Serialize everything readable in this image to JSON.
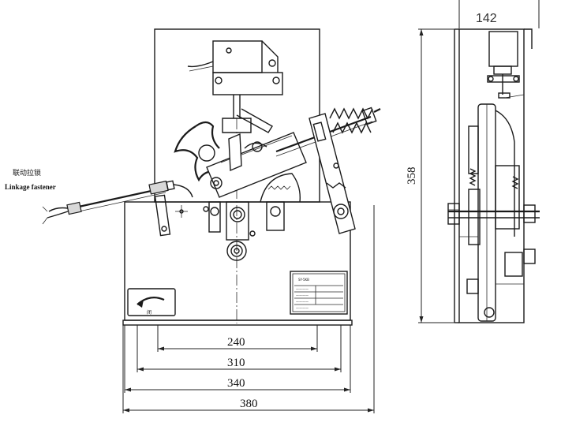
{
  "labels": {
    "linkage_cn": "联动拉锁",
    "linkage_en": "Linkage fastener"
  },
  "dimensions": {
    "front_w1": "240",
    "front_w2": "310",
    "front_w3": "340",
    "front_w4": "380",
    "side_width": "142",
    "side_height": "358"
  },
  "nameplate": {
    "title": "SY-5KB",
    "lines": [
      "————",
      "————",
      "————",
      "————"
    ]
  },
  "dial": {
    "symbol": "闭"
  },
  "colors": {
    "line": "#1a1a1a",
    "background": "#ffffff"
  }
}
